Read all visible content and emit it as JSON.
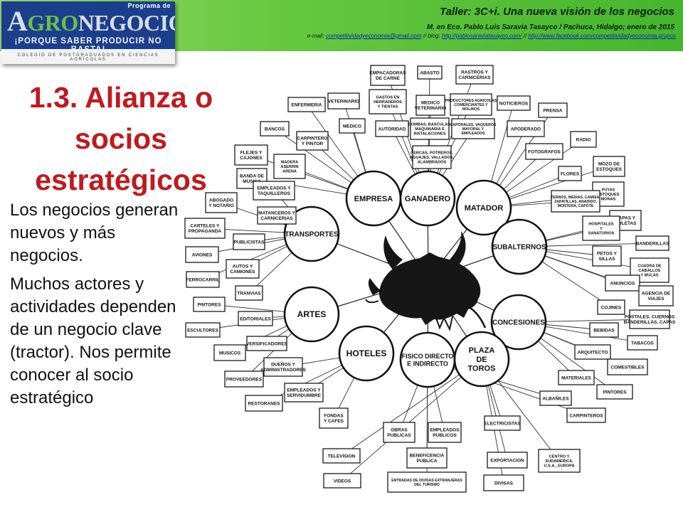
{
  "logo": {
    "top": "Programa de",
    "main_big": "A",
    "main_green": "GRO",
    "main_rest": "NEGOCIOS",
    "slogan": "¡PORQUE SABER PRODUCIR NO BASTA!",
    "college": "COLEGIO DE POSTGRADUADOS EN CIENCIAS AGRÍCOLAS"
  },
  "header": {
    "title": "Taller: 3C+i. Una nueva visión de los negocios",
    "subtitle": "M. en Eco. Pablo Luis Saravia Tasayco / Pachuca, Hidalgo; enero de 2015",
    "email_prefix": "e-mail:",
    "email": "competitividadyeconomia@gmail.com",
    "blog_prefix": "// blog:",
    "blog": "http://pablosaraviatasayco.com/",
    "fb_prefix": "//",
    "facebook": "http://www.facebook.com/competitividadyeconomia.grupos"
  },
  "slide": {
    "title_lines": [
      "1.3. Alianza o",
      "socios",
      "estratégicos"
    ],
    "paragraphs": [
      "Los negocios generan nuevos y más negocios.",
      "Muchos actores y actividades dependen de un negocio clave (tractor). Nos permite conocer al socio estratégico"
    ]
  },
  "diagram": {
    "hubs": [
      {
        "id": "empresa",
        "lines": [
          "EMPRESA"
        ]
      },
      {
        "id": "ganadero",
        "lines": [
          "GANADERO"
        ]
      },
      {
        "id": "matador",
        "lines": [
          "MATADOR"
        ]
      },
      {
        "id": "transportes",
        "lines": [
          "TRANSPORTES"
        ]
      },
      {
        "id": "subalternos",
        "lines": [
          "SUBALTERNOS"
        ]
      },
      {
        "id": "artes",
        "lines": [
          "ARTES"
        ]
      },
      {
        "id": "concesiones",
        "lines": [
          "CONCESIONES"
        ]
      },
      {
        "id": "hoteles",
        "lines": [
          "HOTELES"
        ]
      },
      {
        "id": "fisico",
        "lines": [
          "FISICO DIRECTO",
          "E INDIRECTO"
        ]
      },
      {
        "id": "plaza",
        "lines": [
          "PLAZA",
          "DE",
          "TOROS"
        ]
      }
    ],
    "boxes": [
      {
        "lines": [
          "EMPACADORAS",
          "DE CARNE"
        ]
      },
      {
        "lines": [
          "ABASTO"
        ]
      },
      {
        "lines": [
          "RASTROS Y",
          "CARNICERIAS"
        ]
      },
      {
        "lines": [
          "GASTOS EN",
          "HERRADEROS",
          "Y TIENTAS"
        ]
      },
      {
        "lines": [
          "MEDICO",
          "VETERINARIO"
        ]
      },
      {
        "lines": [
          "PRODUCTORES AGRICOLAS",
          "COMERCIANTES Y",
          "MOLINOS"
        ]
      },
      {
        "lines": [
          "ENFERMERIA"
        ]
      },
      {
        "lines": [
          "VETERINARIO"
        ]
      },
      {
        "lines": [
          "NOTICIEROS"
        ]
      },
      {
        "lines": [
          "PRENSA"
        ]
      },
      {
        "lines": [
          "BANCOS"
        ]
      },
      {
        "lines": [
          "MEDICO"
        ]
      },
      {
        "lines": [
          "AUTORIDAD"
        ]
      },
      {
        "lines": [
          "BOMBAS, BASCULAS,",
          "MAQUINARIA E",
          "INSTALACIONES"
        ]
      },
      {
        "lines": [
          "CAPORALES, VAQUEROS",
          "MAYORAL Y",
          "EMPLEADOS"
        ]
      },
      {
        "lines": [
          "APODERADO"
        ]
      },
      {
        "lines": [
          "CARPINTERO",
          "Y PINTOR"
        ]
      },
      {
        "lines": [
          "RADIO"
        ]
      },
      {
        "lines": [
          "FLEJES Y",
          "CAJONES"
        ]
      },
      {
        "lines": [
          "CERCAS, POTREROS,",
          "AGUAJES, VALLADOS,",
          "ALAMBRADOS"
        ]
      },
      {
        "lines": [
          "FOTOGRAFOS"
        ]
      },
      {
        "lines": [
          "MADERA",
          "ASERRIN",
          "ARENA"
        ]
      },
      {
        "lines": [
          "MOZO DE",
          "ESTOQUES"
        ]
      },
      {
        "lines": [
          "BANDA DE",
          "MUSICA"
        ]
      },
      {
        "lines": [
          "FLORES"
        ]
      },
      {
        "lines": [
          "EMPLEADOS Y",
          "TAQUILLEROS"
        ]
      },
      {
        "lines": [
          "PUYAS",
          "ESTOQUES",
          "MONAS"
        ]
      },
      {
        "lines": [
          "TERNOS, MEDIAS, CAMISA,",
          "ZAPATILLAS, ANADIDO,",
          "MONTERA, CAPOTE"
        ]
      },
      {
        "lines": [
          "ABOGADO",
          "Y NOTARIO"
        ]
      },
      {
        "lines": [
          "MATANCEROS Y",
          "CARNICERIAS"
        ]
      },
      {
        "lines": [
          "CAPAS Y",
          "MULETAS"
        ]
      },
      {
        "lines": [
          "CARTELES Y",
          "PROPAGANDA"
        ]
      },
      {
        "lines": [
          "HOSPITALES",
          "Y",
          "SANATORIOS"
        ]
      },
      {
        "lines": [
          "PUBLICISTAS"
        ]
      },
      {
        "lines": [
          "BANDERILLAS"
        ]
      },
      {
        "lines": [
          "AVIONES"
        ]
      },
      {
        "lines": [
          "PETOS Y",
          "SILLAS"
        ]
      },
      {
        "lines": [
          "AUTOS Y",
          "CAMIONES"
        ]
      },
      {
        "lines": [
          "CUADRA DE",
          "CABALLOS",
          "Y MULAS"
        ]
      },
      {
        "lines": [
          "FERROCARRIL"
        ]
      },
      {
        "lines": [
          "ANUNCIOS"
        ]
      },
      {
        "lines": [
          "TRANVIAS"
        ]
      },
      {
        "lines": [
          "AGENCIA DE",
          "VIAJES"
        ]
      },
      {
        "lines": [
          "PINTORES"
        ]
      },
      {
        "lines": [
          "COJINES"
        ]
      },
      {
        "lines": [
          "EDITORIALES"
        ]
      },
      {
        "lines": [
          "POSTALES, CUERNOS",
          "BANDERILLAS, CAPAS"
        ]
      },
      {
        "lines": [
          "ESCULTORES"
        ]
      },
      {
        "lines": [
          "BEBIDAS"
        ]
      },
      {
        "lines": [
          "VERSIFICADORES"
        ]
      },
      {
        "lines": [
          "TABACOS"
        ]
      },
      {
        "lines": [
          "MUSICOS"
        ]
      },
      {
        "lines": [
          "ARQUITECTO"
        ]
      },
      {
        "lines": [
          "DUEÑOS Y",
          "ADMINISTRADORES"
        ]
      },
      {
        "lines": [
          "COMESTIBLES"
        ]
      },
      {
        "lines": [
          "PROVEEDORES"
        ]
      },
      {
        "lines": [
          "MATERIALES"
        ]
      },
      {
        "lines": [
          "EMPLEADOS Y",
          "SERVIDUMBRE"
        ]
      },
      {
        "lines": [
          "PINTORES"
        ]
      },
      {
        "lines": [
          "RESTORANES"
        ]
      },
      {
        "lines": [
          "ALBAÑILES"
        ]
      },
      {
        "lines": [
          "FONDAS",
          "Y CAFES"
        ]
      },
      {
        "lines": [
          "CARPINTEROS"
        ]
      },
      {
        "lines": [
          "OBRAS",
          "PUBLICAS"
        ]
      },
      {
        "lines": [
          "EMPLEADOS",
          "PUBLICOS"
        ]
      },
      {
        "lines": [
          "ELECTRICISTAS"
        ]
      },
      {
        "lines": [
          "TELEVISION"
        ]
      },
      {
        "lines": [
          "BENEFICENCIA",
          "PUBLICA"
        ]
      },
      {
        "lines": [
          "EXPORTACION"
        ]
      },
      {
        "lines": [
          "CENTRO Y",
          "SUDAMERICA,",
          "U.S.A., EUROPA"
        ]
      },
      {
        "lines": [
          "VIDEOS"
        ]
      },
      {
        "lines": [
          "ENTRADAS DE DIVISAS EXTRANJERAS",
          "DEL TURISMO"
        ]
      },
      {
        "lines": [
          "DIVISAS"
        ]
      }
    ]
  }
}
